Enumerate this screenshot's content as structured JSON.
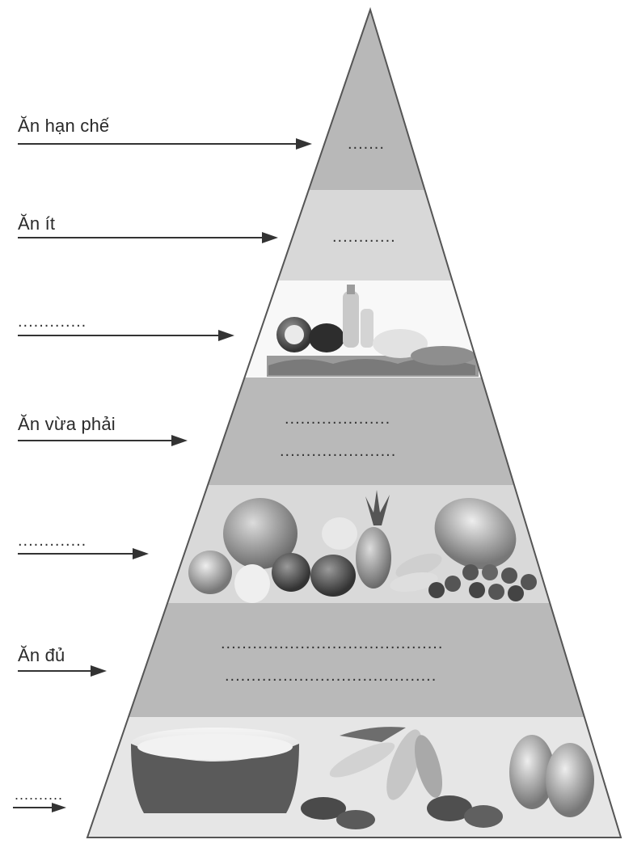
{
  "levels": [
    {
      "label": "Ăn hạn chế",
      "blanks": [
        "......."
      ]
    },
    {
      "label": "Ăn ít",
      "blanks": [
        "............"
      ]
    },
    {
      "label": ".............",
      "blanks": []
    },
    {
      "label": "Ăn vừa phải",
      "blanks": [
        "....................",
        "......................"
      ]
    },
    {
      "label": ".............",
      "blanks": []
    },
    {
      "label": "Ăn đủ",
      "blanks": [
        "..........................................",
        "........................................"
      ]
    },
    {
      "label": "..........",
      "blanks": []
    }
  ],
  "colors": {
    "band_dark": "#b9b9b9",
    "band_light": "#d6d6d6",
    "band_white": "#f7f7f7",
    "outline": "#555555",
    "arrow": "#333333"
  }
}
